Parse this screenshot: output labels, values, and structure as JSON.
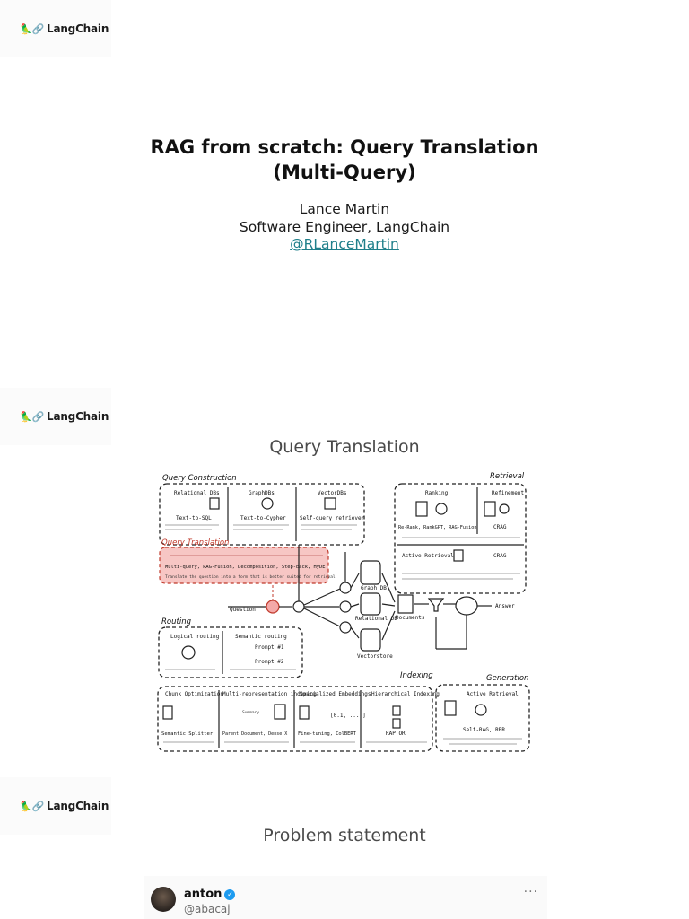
{
  "brand": {
    "logo_text": "LangChain",
    "logo_glyph": "🦜🔗"
  },
  "slide1": {
    "title_line1": "RAG from scratch: Query Translation",
    "title_line2": "(Multi-Query)",
    "author_name": "Lance Martin",
    "author_role": "Software Engineer, LangChain",
    "author_handle": "@RLanceMartin"
  },
  "slide2": {
    "heading": "Query Translation",
    "diagram": {
      "query_construction": "Query Construction",
      "relational_dbs": "Relational DBs",
      "graph_dbs": "GraphDBs",
      "vector_dbs": "VectorDBs",
      "text_to_sql": "Text-to-SQL",
      "text_to_cypher": "Text-to-Cypher",
      "self_query": "Self-query retriever",
      "query_translation": "Query Translation",
      "qt_methods": "Multi-query, RAG-Fusion, Decomposition, Step-back, HyDE",
      "qt_desc": "Translate the question into a form that is better suited for retrieval",
      "routing": "Routing",
      "logical_routing": "Logical routing",
      "semantic_routing": "Semantic routing",
      "prompt1": "Prompt #1",
      "prompt2": "Prompt #2",
      "retrieval": "Retrieval",
      "ranking": "Ranking",
      "refinement": "Refinement",
      "rerank": "Re-Rank, RankGPT, RAG-Fusion",
      "crag": "CRAG",
      "active_retrieval": "Active Retrieval",
      "question": "Question",
      "graph_db": "Graph DB",
      "relational_db": "Relational DB",
      "vectorstore": "Vectorstore",
      "documents": "Documents",
      "answer": "Answer",
      "indexing": "Indexing",
      "generation": "Generation",
      "chunk_opt": "Chunk Optimization",
      "multi_rep": "Multi-representation indexing",
      "spec_emb": "Specialized Embeddings",
      "hier_idx": "Hierarchical Indexing",
      "semantic_splitter": "Semantic Splitter",
      "parent_doc": "Parent Document, Dense X",
      "fine_tuning": "Fine-tuning, ColBERT",
      "raptor": "RAPTOR",
      "self_rag": "Self-RAG, RRR",
      "summary": "Summary"
    }
  },
  "slide3": {
    "heading": "Problem statement",
    "tweet": {
      "name": "anton",
      "handle": "@abacaj",
      "more": "···"
    }
  },
  "colors": {
    "link": "#1f7f8a",
    "highlight": "#f4a9a8",
    "verified": "#1d9bf0"
  }
}
